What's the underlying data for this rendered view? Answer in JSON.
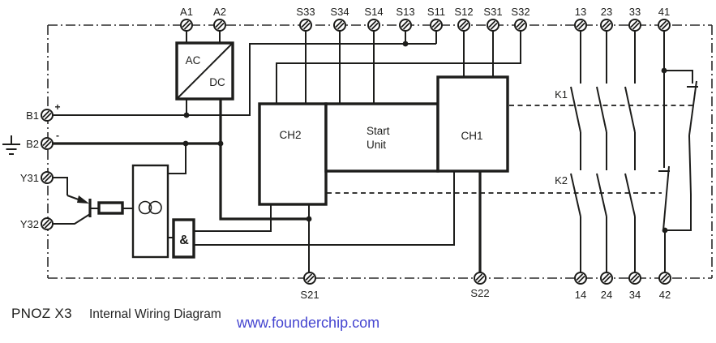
{
  "title": {
    "model": "PNOZ X3",
    "subtitle": "Internal Wiring Diagram",
    "watermark": "www.founderchip.com"
  },
  "terminals": {
    "top": [
      "A1",
      "A2",
      "S33",
      "S34",
      "S14",
      "S13",
      "S11",
      "S12",
      "S31",
      "S32",
      "13",
      "23",
      "33",
      "41"
    ],
    "bottom": [
      "S21",
      "S22",
      "14",
      "24",
      "34",
      "42"
    ],
    "left": [
      "B1",
      "B2",
      "Y31",
      "Y32"
    ]
  },
  "polarity": {
    "plus": "+",
    "minus": "-"
  },
  "blocks": {
    "converter_ac": "AC",
    "converter_dc": "DC",
    "channel2": "CH2",
    "start_unit_line1": "Start",
    "start_unit_line2": "Unit",
    "channel1": "CH1",
    "and_gate": "&"
  },
  "relays": {
    "k1": "K1",
    "k2": "K2"
  },
  "colors": {
    "line": "#1d1d1b",
    "watermark_link": "#4545d0"
  }
}
